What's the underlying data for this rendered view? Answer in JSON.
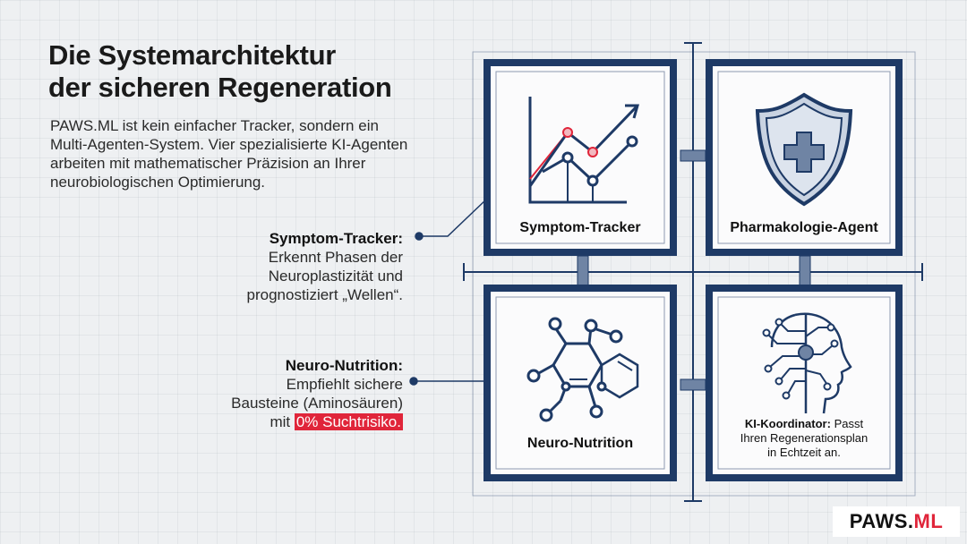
{
  "title": [
    "Die Systemarchitektur",
    "der sicheren Regeneration"
  ],
  "intro": "PAWS.ML ist kein einfacher Tracker, sondern ein Multi-Agenten-System. Vier spezialisierte KI-Agenten arbeiten mit mathematischer Präzision an Ihrer neurobiologischen Optimierung.",
  "callouts": {
    "symptom": {
      "heading": "Symptom-Tracker:",
      "lines": [
        "Erkennt Phasen der",
        "Neuroplastizität und",
        "prognostiziert „Wellen“."
      ]
    },
    "nutrition": {
      "heading": "Neuro-Nutrition:",
      "lines": [
        "Empfiehlt sichere",
        "Bausteine (Aminosäuren)"
      ],
      "last_prefix": "mit ",
      "highlight": "0% Suchtrisiko."
    }
  },
  "tiles": {
    "symptom": {
      "label": "Symptom-Tracker",
      "icon": "line-chart-icon"
    },
    "pharma": {
      "label": "Pharmakologie-Agent",
      "icon": "shield-cross-icon"
    },
    "nutrition": {
      "label": "Neuro-Nutrition",
      "icon": "molecule-icon"
    },
    "coordinator": {
      "label_bold": "KI-Koordinator:",
      "label_rest": " Passt",
      "label_lines": [
        "Ihren Regenerationsplan",
        "in Echtzeit an."
      ],
      "icon": "ai-head-icon"
    }
  },
  "logo": {
    "main": "PAWS.",
    "accent": "ML"
  },
  "colors": {
    "navy": "#1e3a66",
    "accent_red": "#e0253a",
    "highlight_red": "#e0253a"
  }
}
